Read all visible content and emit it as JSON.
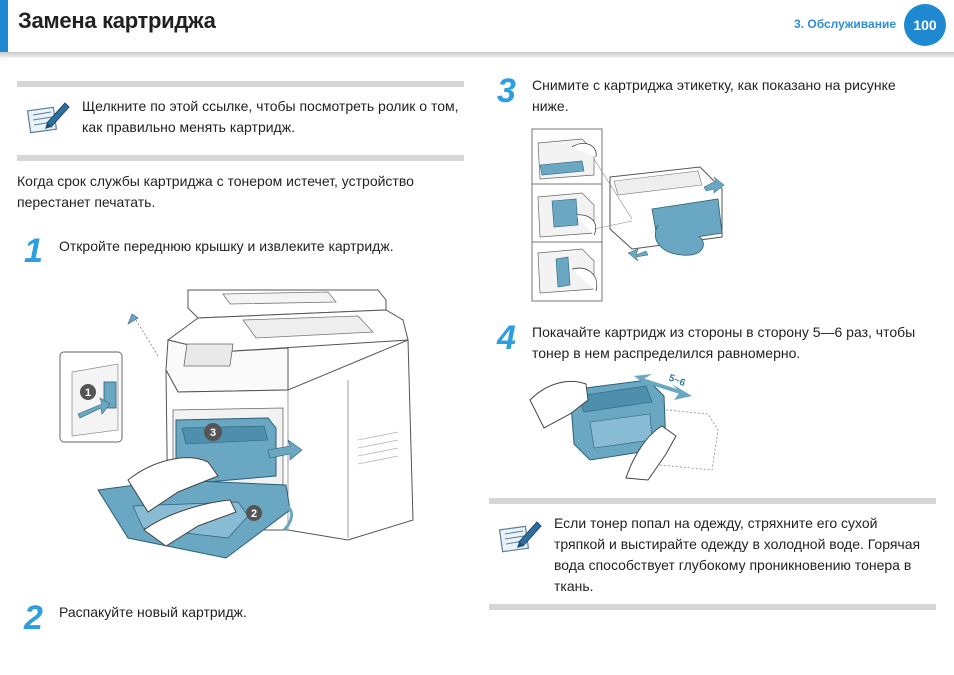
{
  "header": {
    "title": "Замена картриджа",
    "section": "3.  Обслуживание",
    "page_number": "100"
  },
  "note_top": {
    "icon": "note-pencil-icon",
    "text": "Щелкните по этой ссылке, чтобы посмотреть ролик о том, как правильно менять картридж."
  },
  "intro": "Когда срок службы картриджа с тонером истечет, устройство перестанет печатать.",
  "steps": [
    {
      "number": "1",
      "text": "Откройте переднюю крышку и извлеките картридж."
    },
    {
      "number": "2",
      "text": "Распакуйте новый картридж."
    },
    {
      "number": "3",
      "text": "Снимите с картриджа этикетку, как показано на рисунке ниже."
    },
    {
      "number": "4",
      "text": "Покачайте картридж из стороны в сторону 5—6 раз, чтобы тонер в нем распределился равномерно."
    }
  ],
  "figure1": {
    "callouts": [
      "1",
      "3",
      "2"
    ]
  },
  "figure4": {
    "label": "5~6"
  },
  "note_bottom": {
    "icon": "note-pencil-icon",
    "text": "Если тонер попал на одежду, стряхните его сухой тряпкой и выстирайте одежду в холодной воде. Горячая вода способствует глубокому проникновению тонера в ткань."
  },
  "colors": {
    "accent": "#1e88d0",
    "step_number": "#2f9ee0",
    "illustration_fill": "#6aa7c2"
  }
}
